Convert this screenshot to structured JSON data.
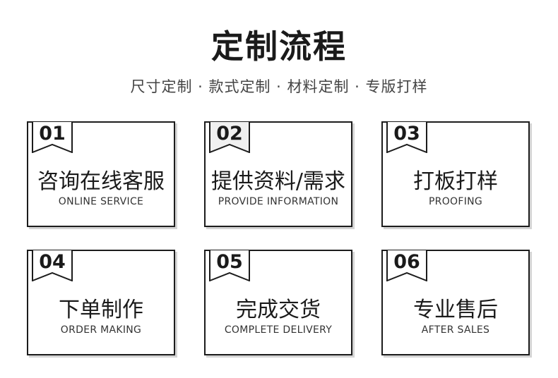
{
  "header": {
    "title": "定制流程",
    "subtitle": "尺寸定制 · 款式定制 · 材料定制 · 专版打样"
  },
  "steps": [
    {
      "number": "01",
      "title": "咨询在线客服",
      "subtitle": "ONLINE SERVICE",
      "tag_fill": "#ffffff"
    },
    {
      "number": "02",
      "title": "提供资料/需求",
      "subtitle": "PROVIDE INFORMATION",
      "tag_fill": "#f0f0f0"
    },
    {
      "number": "03",
      "title": "打板打样",
      "subtitle": "PROOFING",
      "tag_fill": "#ffffff"
    },
    {
      "number": "04",
      "title": "下单制作",
      "subtitle": "ORDER MAKING",
      "tag_fill": "#ffffff"
    },
    {
      "number": "05",
      "title": "完成交货",
      "subtitle": "COMPLETE DELIVERY",
      "tag_fill": "#ffffff"
    },
    {
      "number": "06",
      "title": "专业售后",
      "subtitle": "AFTER SALES",
      "tag_fill": "#ffffff"
    }
  ]
}
